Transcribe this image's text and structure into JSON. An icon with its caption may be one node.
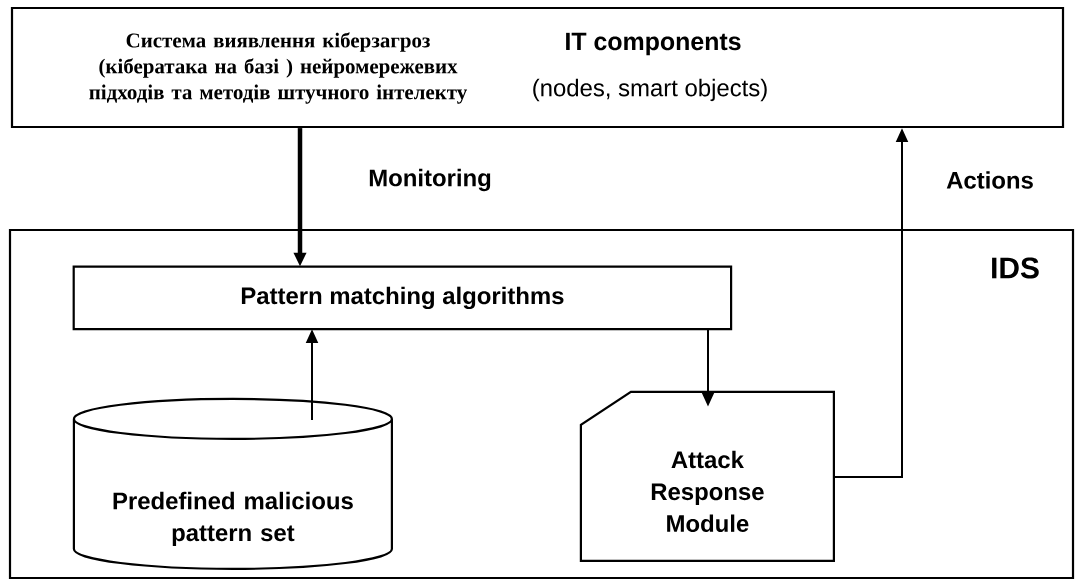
{
  "diagram": {
    "nodes": [
      {
        "text": [
          "Система виявлення кіберзагроз (кібератака на базі ) нейромережевих підходів та методів штучного інтелекту",
          "IT components",
          "(nodes, smart objects)"
        ]
      },
      {
        "text": [
          "IDS"
        ]
      },
      {
        "text": [
          "Pattern matching algorithms"
        ],
        "in": 1
      },
      {
        "text": [
          "Predefined malicious pattern set"
        ],
        "in": 1
      },
      {
        "text": [
          "Attack Response Module"
        ],
        "in": 1
      }
    ],
    "edges": [
      {
        "from": 0,
        "to": 2,
        "arrow": "to",
        "label": "Monitoring",
        "style": "thick"
      },
      {
        "from": 3,
        "to": 2,
        "arrow": "to"
      },
      {
        "from": 2,
        "to": 4,
        "arrow": "to"
      },
      {
        "from": 4,
        "to": 0,
        "arrow": "to",
        "label": "Actions"
      }
    ]
  }
}
